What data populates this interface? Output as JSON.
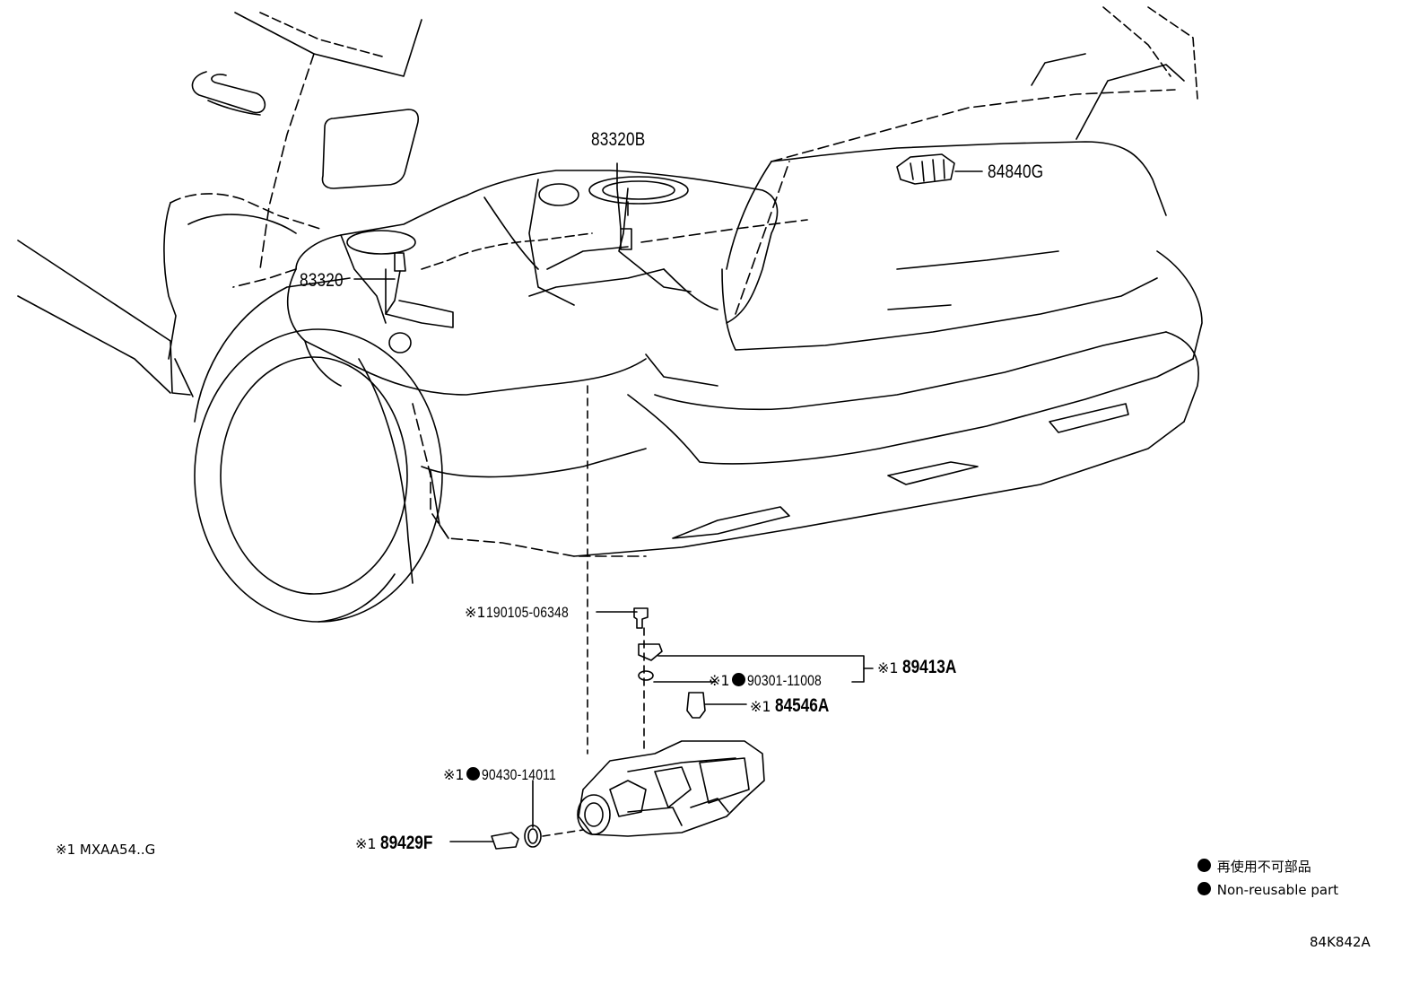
{
  "diagram": {
    "parts": {
      "p83320b": "83320B",
      "p84840g": "84840G",
      "p83320": "83320",
      "p190105": "190105-06348",
      "p90301": "90301-11008",
      "p89413a": "89413A",
      "p84546a": "84546A",
      "p90430": "90430-14011",
      "p89429f": "89429F"
    },
    "ref_mark": "※1",
    "model_note": "※1 MXAA54..G",
    "legend": {
      "line1": "再使用不可部品",
      "line2": "Non-reusable part"
    },
    "figure_id": "84K842A"
  }
}
